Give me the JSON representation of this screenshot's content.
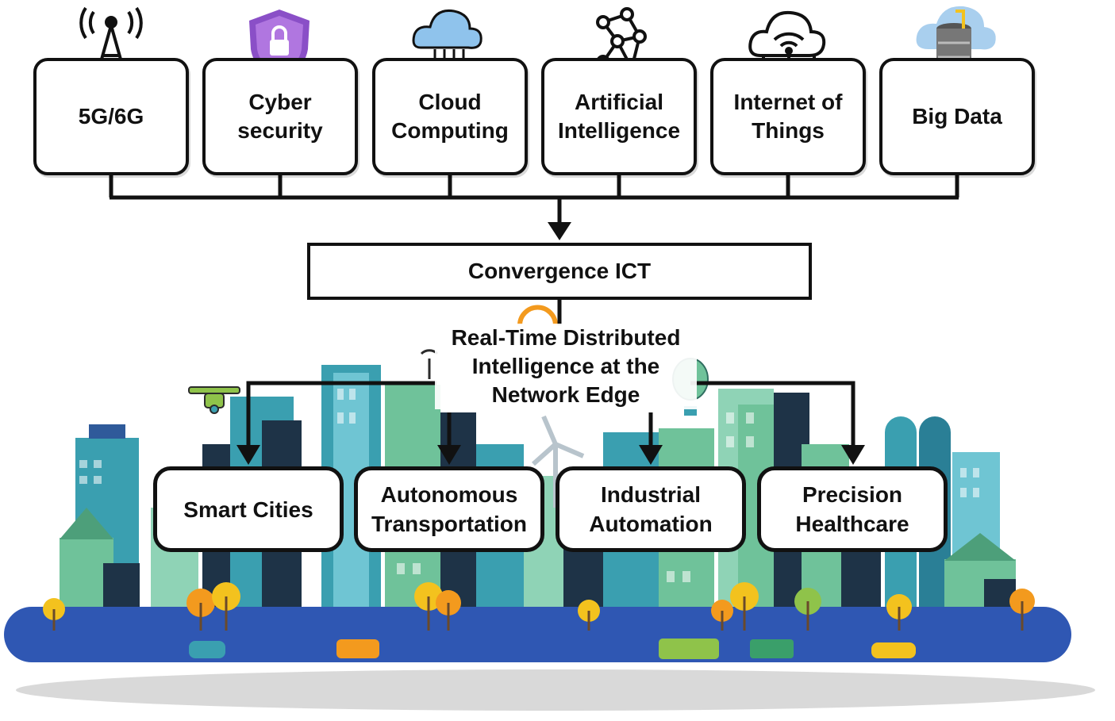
{
  "technologies": [
    {
      "label": "5G/6G",
      "icon": "cell-tower-icon"
    },
    {
      "label": "Cyber\nsecurity",
      "icon": "shield-lock-icon"
    },
    {
      "label": "Cloud\nComputing",
      "icon": "cloud-circuit-icon"
    },
    {
      "label": "Artificial\nIntelligence",
      "icon": "neural-network-icon"
    },
    {
      "label": "Internet of\nThings",
      "icon": "cloud-wifi-icon"
    },
    {
      "label": "Big Data",
      "icon": "cloud-database-icon"
    }
  ],
  "convergence": {
    "label": "Convergence ICT"
  },
  "edge": {
    "label": "Real-Time Distributed\nIntelligence at the\nNetwork Edge"
  },
  "applications": [
    {
      "label": "Smart Cities"
    },
    {
      "label": "Autonomous\nTransportation"
    },
    {
      "label": "Industrial\nAutomation"
    },
    {
      "label": "Precision\nHealthcare"
    }
  ],
  "colors": {
    "road": "#2f57b3",
    "building_teal": "#3a9fb0",
    "building_green": "#6fc29a",
    "building_dark": "#1e3347",
    "tree_orange": "#f39a1e",
    "line": "#111111"
  }
}
